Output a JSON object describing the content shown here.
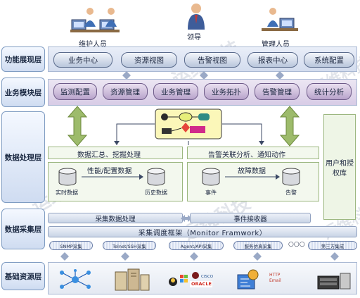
{
  "top": {
    "roles": [
      "维护人员",
      "领导",
      "管理人员"
    ]
  },
  "layers": {
    "presentation": "功能展现层",
    "business": "业务模块层",
    "processing": "数据处理层",
    "collection": "数据采集层",
    "resource": "基础资源层"
  },
  "presentation_items": [
    "业务中心",
    "资源视图",
    "告警视图",
    "报表中心",
    "系统配置"
  ],
  "business_items": [
    "监测配置",
    "资源管理",
    "业务管理",
    "业务拓扑",
    "告警管理",
    "统计分析"
  ],
  "processing": {
    "left_title": "数据汇总、挖掘处理",
    "right_title": "告警关联分析、通知动作",
    "left_db_title": "性能/配置数据",
    "left_db_a": "实时数据",
    "left_db_b": "历史数据",
    "right_db_title": "故障数据",
    "right_db_a": "事件",
    "right_db_b": "告警",
    "auth": "用户和授权库"
  },
  "collection": {
    "process": "采集数据处理",
    "receiver": "事件接收器",
    "framework": "采集调度框架（Monitor Framwork）",
    "adapters": [
      "SNMP采集",
      "Telnet/SSH采集",
      "Agent/API采集",
      "服务仿真采集",
      "第三方集成"
    ],
    "ellipsis": "○○○"
  },
  "resource": {
    "mail_label": "HTTP\nEmail"
  },
  "logos": {
    "oracle": "ORACLE",
    "cisco": "CISCO"
  },
  "watermark": "运维科技"
}
